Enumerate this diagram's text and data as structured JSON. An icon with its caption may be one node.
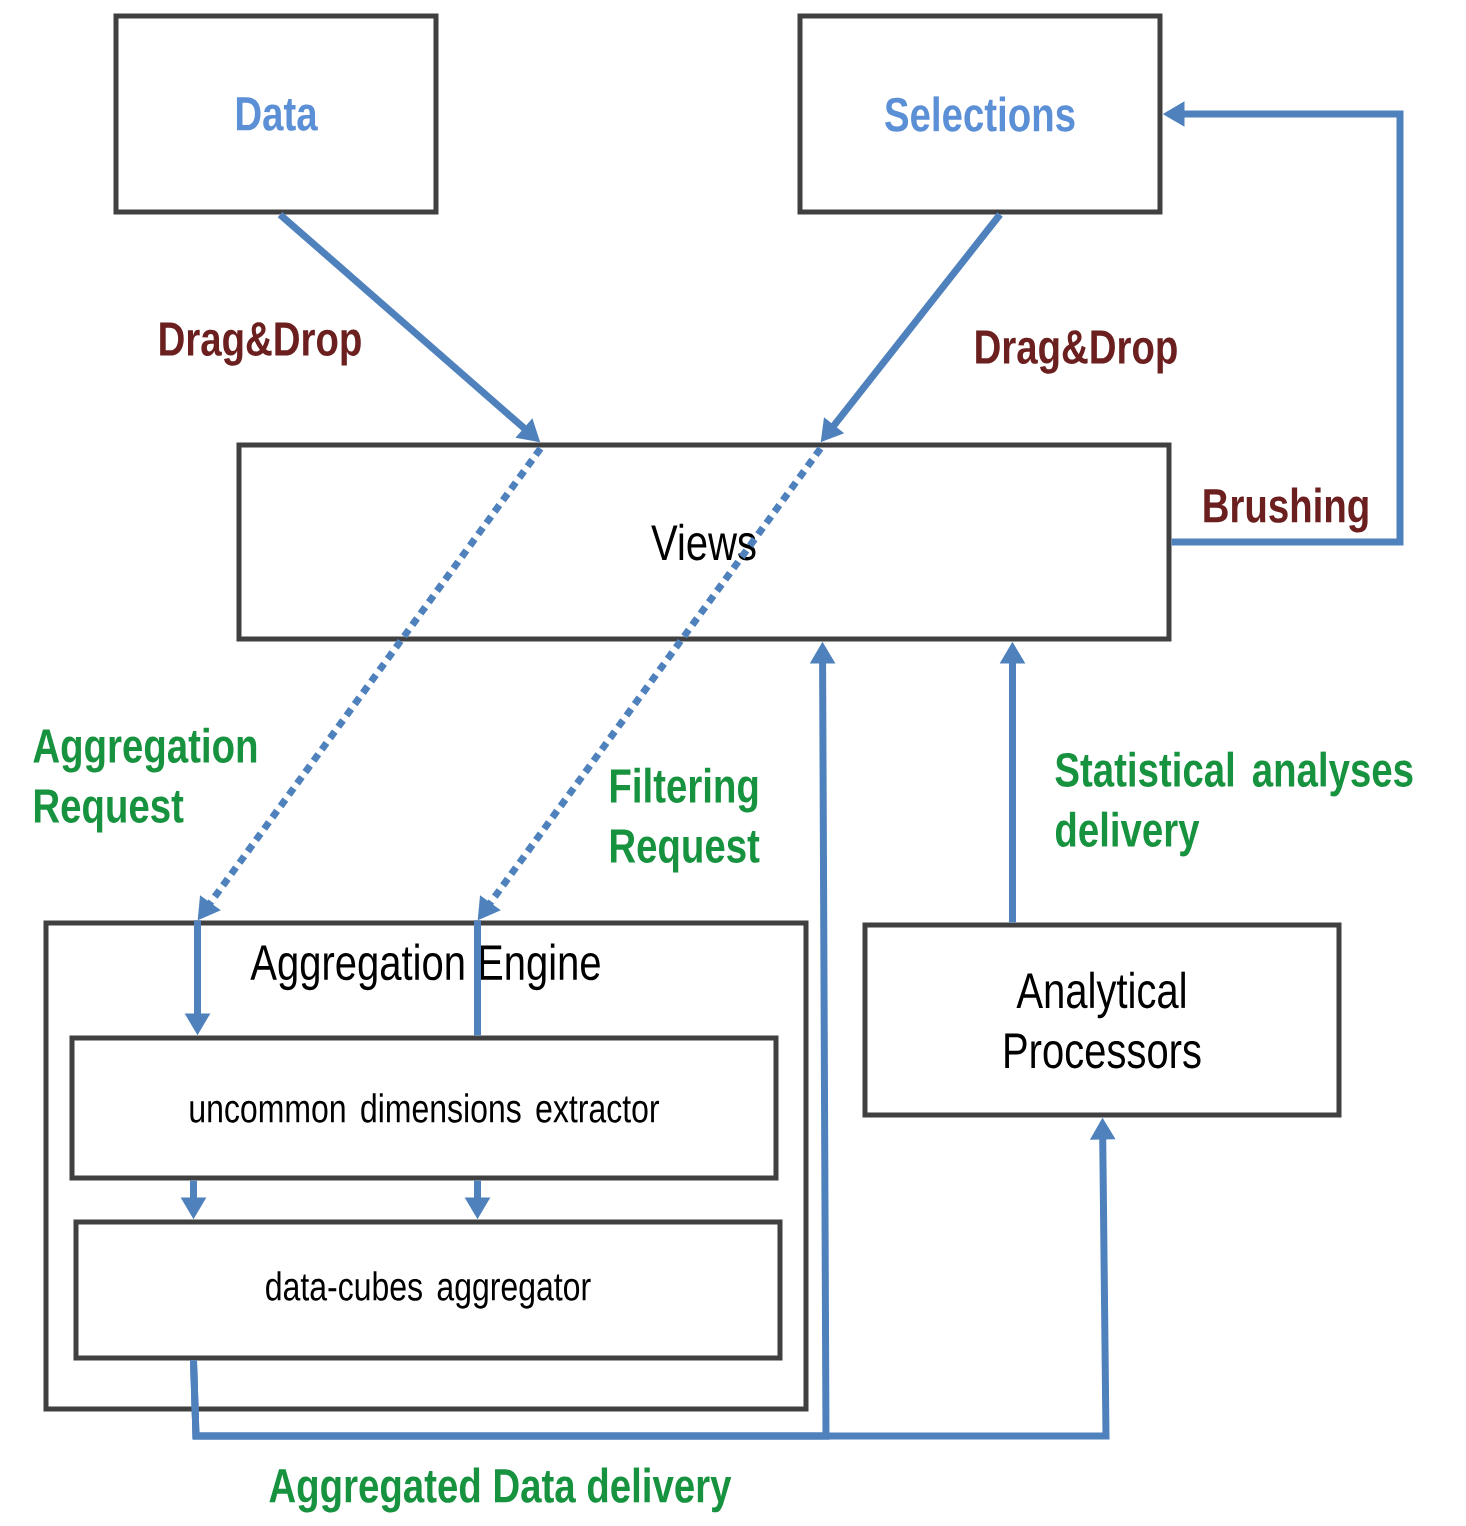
{
  "diagram": {
    "nodes": [
      {
        "text": [
          "Data"
        ]
      },
      {
        "text": [
          "Selections"
        ]
      },
      {
        "text": [
          "Views"
        ]
      },
      {
        "text": [
          "Aggregation Engine"
        ]
      },
      {
        "text": [
          "uncommon dimensions extractor"
        ],
        "in": 3
      },
      {
        "text": [
          "data-cubes aggregator"
        ],
        "in": 3
      },
      {
        "text": [
          "Analytical Processors"
        ]
      }
    ],
    "edges": [
      {
        "from": 0,
        "to": 2,
        "arrow": "to",
        "label": "Drag&Drop"
      },
      {
        "from": 1,
        "to": 2,
        "arrow": "to",
        "label": "Drag&Drop"
      },
      {
        "from": 2,
        "to": 1,
        "arrow": "to",
        "label": "Brushing"
      },
      {
        "from": 2,
        "to": 3,
        "arrow": "to",
        "style": "dashed",
        "label": "Aggregation Request"
      },
      {
        "from": 3,
        "to": 4,
        "arrow": "to"
      },
      {
        "from": 2,
        "to": 3,
        "arrow": "to",
        "style": "dashed",
        "label": "Filtering Request"
      },
      {
        "from": 3,
        "to": 4,
        "arrow": "none"
      },
      {
        "from": 4,
        "to": 5,
        "arrow": "to"
      },
      {
        "from": 4,
        "to": 5,
        "arrow": "to"
      },
      {
        "from": 5,
        "to": 2,
        "arrow": "to",
        "label": "Aggregated Data delivery"
      },
      {
        "from": 5,
        "to": 6,
        "arrow": "to"
      },
      {
        "from": 6,
        "to": 2,
        "arrow": "to",
        "label": "Statistical analyses delivery"
      }
    ]
  }
}
